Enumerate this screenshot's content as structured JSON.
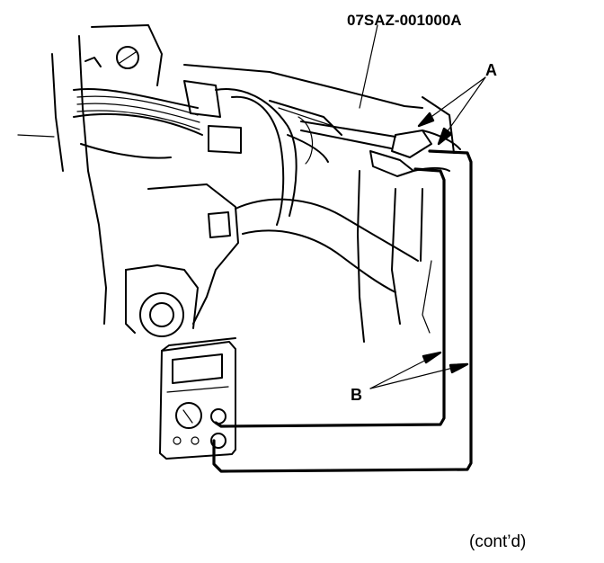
{
  "diagram": {
    "labels": {
      "tool_part_number": "07SAZ-001000A",
      "callout_a": "A",
      "callout_b": "B",
      "continued": "(cont’d)"
    },
    "colors": {
      "ink": "#000000",
      "paper": "#ffffff"
    },
    "icons": [
      "multimeter-icon",
      "test-probe-icon",
      "wire-harness-icon"
    ]
  }
}
